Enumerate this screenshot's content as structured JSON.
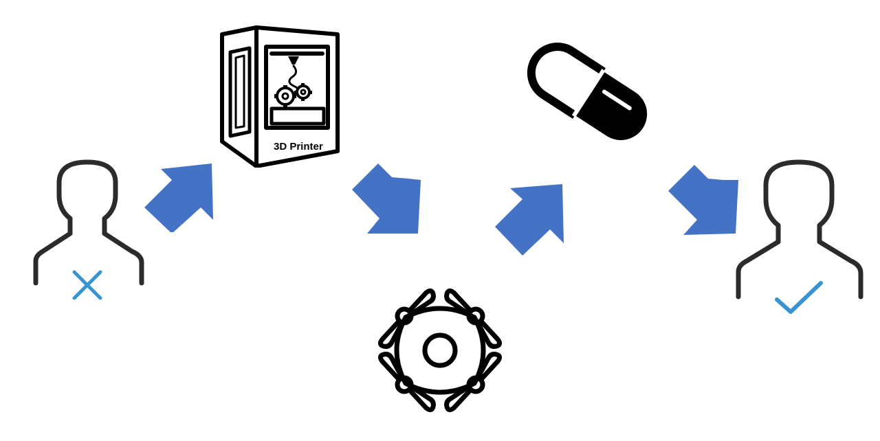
{
  "diagram": {
    "printer": {
      "label": "3D Printer",
      "icon": "3d-printer-icon"
    },
    "steps": [
      {
        "name": "patient-unwell",
        "icon": "person-icon",
        "marker": "cross-icon"
      },
      {
        "name": "3d-printer",
        "icon": "3d-printer-icon"
      },
      {
        "name": "drone",
        "icon": "drone-icon"
      },
      {
        "name": "capsule",
        "icon": "pill-icon"
      },
      {
        "name": "patient-well",
        "icon": "person-icon",
        "marker": "check-icon"
      }
    ],
    "colors": {
      "arrow": "#4472c4",
      "outline": "#2b2b2b",
      "marker": "#3a93d1"
    }
  }
}
